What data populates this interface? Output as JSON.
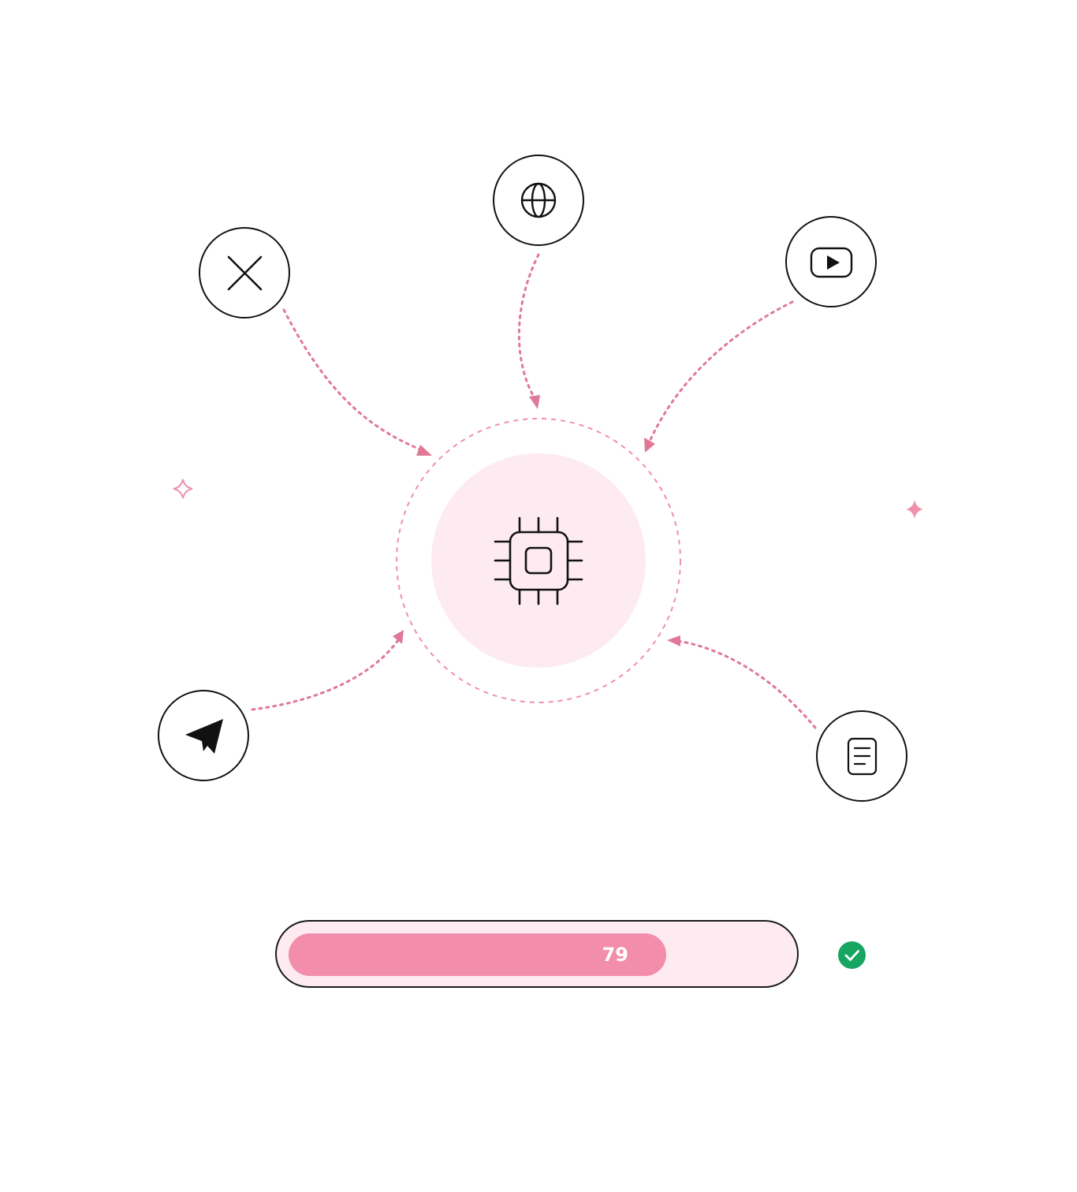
{
  "diagram": {
    "hub": {
      "icon": "cpu-chip-icon",
      "fill_color": "#fdebf1",
      "ring_color": "#f090ad"
    },
    "nodes": [
      {
        "name": "x-icon"
      },
      {
        "name": "globe-icon"
      },
      {
        "name": "youtube-play-icon"
      },
      {
        "name": "paper-plane-icon"
      },
      {
        "name": "document-icon"
      }
    ],
    "connector_color": "#e07898",
    "sparkle_color": "#f090ad"
  },
  "progress": {
    "value": 79,
    "label": "79",
    "fill_fraction": 0.76,
    "track_color": "#fdebf1",
    "fill_color": "#f28dab",
    "status_icon": "check-circle-icon",
    "status_color": "#17a562"
  }
}
